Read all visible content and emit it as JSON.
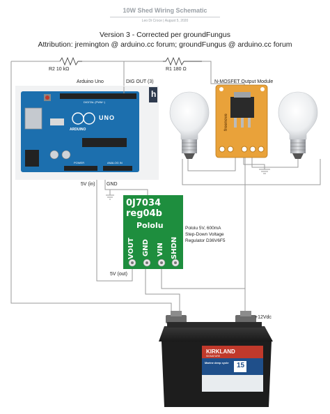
{
  "header": {
    "title": "10W Shed Wiring Schematic",
    "author": "Leo Di Croce",
    "separator": "|",
    "date": "August 5, 2020",
    "version": "Version 3 - Corrected per groundFungus",
    "attribution": "Attribution: jremington @ arduino.cc forum; groundFungus @ arduino.cc forum"
  },
  "resistors": {
    "r2": "R2 10 kΩ",
    "r1": "R1 180 Ω"
  },
  "arduino": {
    "label": "Arduino Uno",
    "pin_label": "DIG OUT (3)",
    "vin_label": "5V (in)",
    "gnd_label": "GND",
    "board_logo": "ARDUINO",
    "board_model": "UNO",
    "digital_text": "DIGITAL (PWM~)",
    "power_text": "POWER",
    "analog_text": "ANALOG IN",
    "h_logo": "h"
  },
  "mosfet": {
    "label": "N-MOSFET Output Module",
    "brand": "freenove"
  },
  "regulator": {
    "line1": "0J7034",
    "line2": "reg04b",
    "brand": "Pololu",
    "pins": [
      "VOUT",
      "GND",
      "VIN",
      "SHDN"
    ],
    "desc1": "Pololu 5V, 600mA",
    "desc2": "Step-Down Voltage",
    "desc3": "Regulator D36V6F5",
    "out_label": "5V (out)"
  },
  "battery": {
    "voltage_label": "+12Vdc",
    "brand": "KIRKLAND",
    "brand_sub": "SIGNATURE",
    "type": "Marine deep cycle",
    "number": "15"
  },
  "colors": {
    "wire": "#9a9a9a",
    "arduino_blue": "#1c6fae",
    "pololu_green": "#1e8e3e",
    "mosfet_orange": "#e9a23a",
    "battery_black": "#1d1d1d"
  }
}
